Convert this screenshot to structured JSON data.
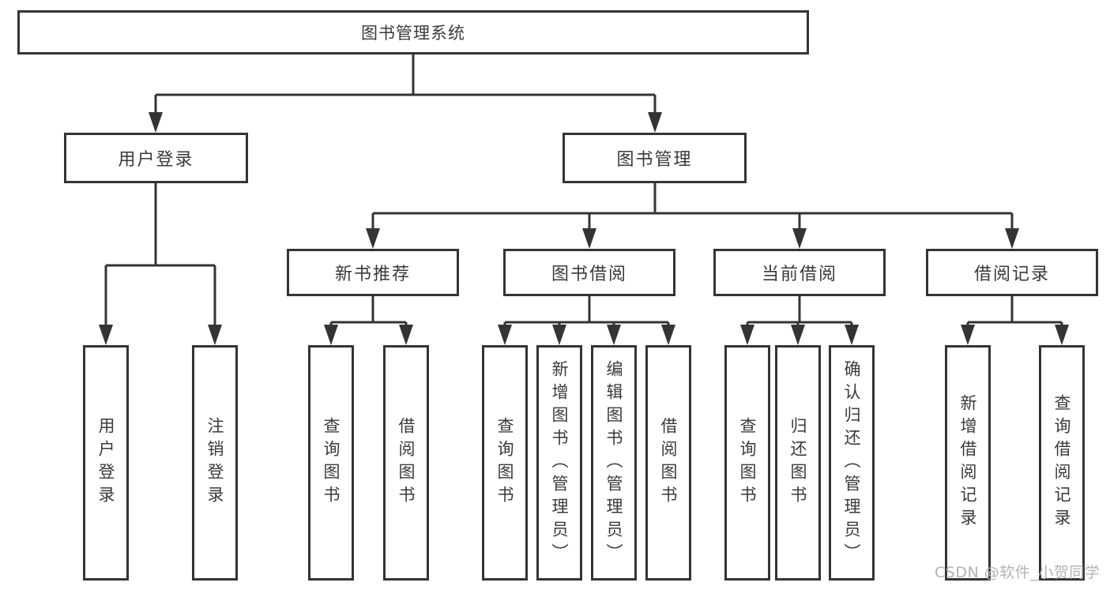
{
  "diagram": {
    "title": "图书管理系统",
    "tree": {
      "label": "图书管理系统",
      "children": [
        {
          "label": "用户登录",
          "children": [
            {
              "label": "用户登录"
            },
            {
              "label": "注销登录"
            }
          ]
        },
        {
          "label": "图书管理",
          "children": [
            {
              "label": "新书推荐",
              "children": [
                {
                  "label": "查询图书"
                },
                {
                  "label": "借阅图书"
                }
              ]
            },
            {
              "label": "图书借阅",
              "children": [
                {
                  "label": "查询图书"
                },
                {
                  "label": "新增图书（管理员）"
                },
                {
                  "label": "编辑图书（管理员）"
                },
                {
                  "label": "借阅图书"
                }
              ]
            },
            {
              "label": "当前借阅",
              "children": [
                {
                  "label": "查询图书"
                },
                {
                  "label": "归还图书"
                },
                {
                  "label": "确认归还（管理员）"
                }
              ]
            },
            {
              "label": "借阅记录",
              "children": [
                {
                  "label": "新增借阅记录"
                },
                {
                  "label": "查询借阅记录"
                }
              ]
            }
          ]
        }
      ]
    },
    "colors": {
      "line": "#343434",
      "box_border": "#343434",
      "box_fill": "#ffffff",
      "text": "#3a3a3a",
      "background": "#ffffff",
      "watermark": "#b3b3b3"
    }
  },
  "watermark": {
    "text": "CSDN @软件_小贺同学"
  }
}
